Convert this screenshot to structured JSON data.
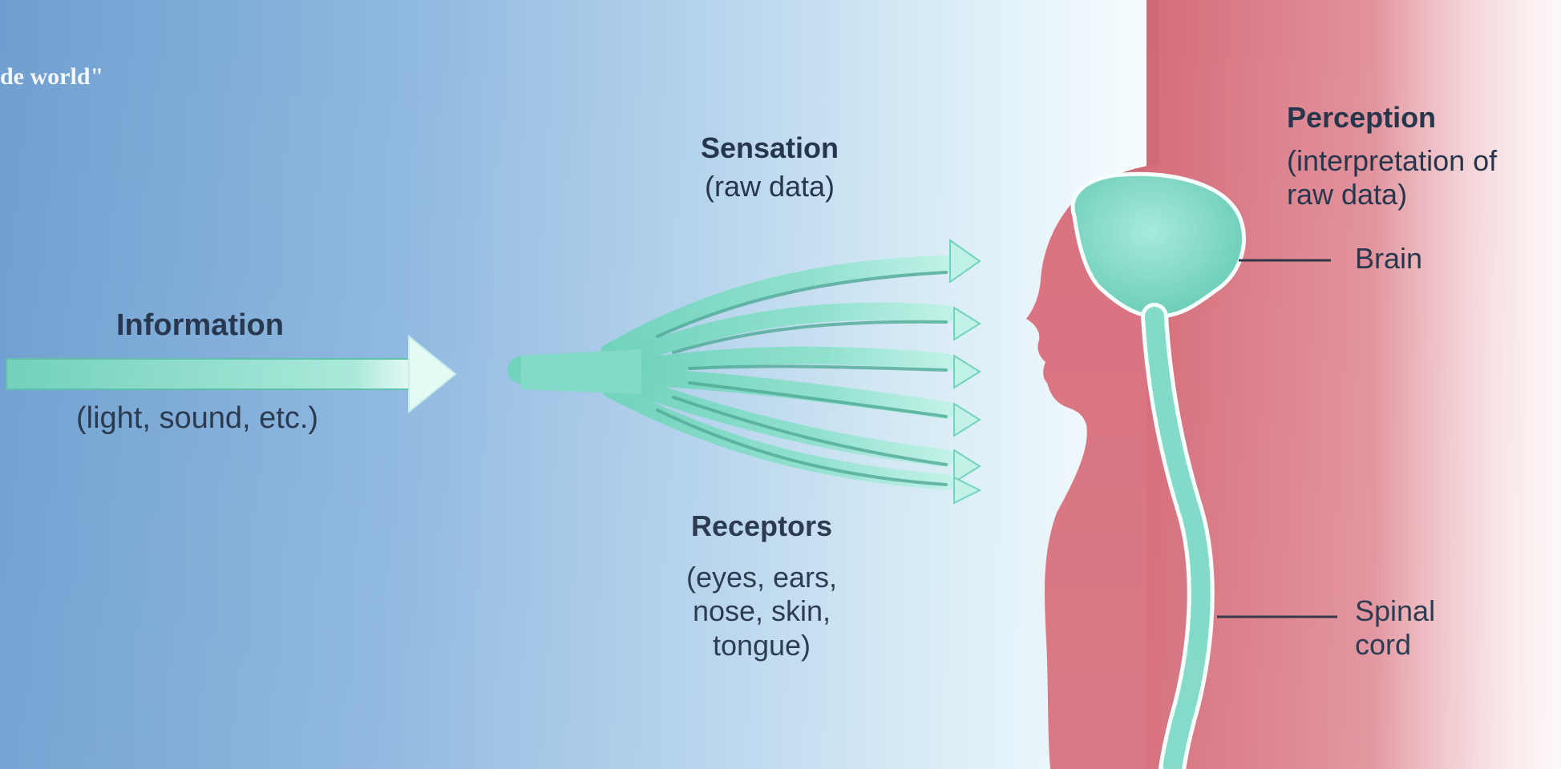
{
  "world_label": "de world\"",
  "information": {
    "title": "Information",
    "detail": "(light, sound, etc.)"
  },
  "sensation": {
    "title": "Sensation",
    "detail": "(raw data)"
  },
  "receptors": {
    "title": "Receptors",
    "detail_lines": [
      "(eyes, ears,",
      "nose, skin,",
      "tongue)"
    ]
  },
  "perception": {
    "title": "Perception",
    "detail_lines": [
      "(interpretation of",
      "raw data)"
    ]
  },
  "brain_label": "Brain",
  "spinal_cord_label_lines": [
    "Spinal",
    "cord"
  ],
  "colors": {
    "arrow_teal": "#7fd9c6",
    "arrow_teal_light": "#c9f1e8",
    "body_red": "#d8727f",
    "body_pink": "#f0c6cc",
    "text": "#24344a"
  }
}
